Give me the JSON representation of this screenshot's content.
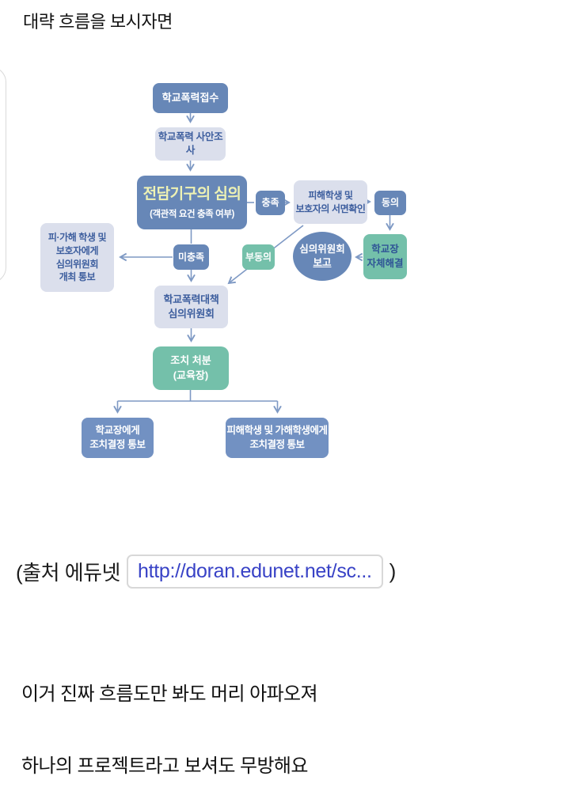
{
  "colors": {
    "node_blue": "#6787B7",
    "node_blue_bottom": "#7291C2",
    "node_lavender": "#DBDFEC",
    "node_green": "#74C0AA",
    "lavender_text_navy": "#3D5E9E",
    "review_title_yellow": "#EEF2B4",
    "connector_blue": "#7E99C4",
    "link_blue": "#3842C6"
  },
  "page": {
    "intro": "대략 흐름을 보시자면",
    "comment_1": "이거 진짜 흐름도만 봐도 머리 아파오져",
    "comment_2": "하나의 프로젝트라고 보셔도 무방해요"
  },
  "source": {
    "prefix": "(출처 에듀넷",
    "link_text": "http://doran.edunet.net/sc...",
    "suffix": ")"
  },
  "flowchart": {
    "nodes": {
      "receipt": {
        "label": "학교폭력접수"
      },
      "investigation": {
        "label": "학교폭력 사안조사"
      },
      "review": {
        "title": "전담기구의 심의",
        "subtitle": "(객관적 요건 충족 여부)"
      },
      "met": {
        "label": "충족"
      },
      "written_confirmation": {
        "lines": [
          "피해학생 및",
          "보호자의 서면확인"
        ]
      },
      "consent": {
        "label": "동의"
      },
      "principal_self_resolution": {
        "lines": [
          "학교장",
          "자체해결"
        ]
      },
      "committee_report": {
        "line_1": "심의위원회",
        "line_2": "보고"
      },
      "not_met": {
        "label": "미충족"
      },
      "hearing_notice": {
        "lines": [
          "피·가해 학생 및",
          "보호자에게",
          "심의위원회",
          "개최 통보"
        ]
      },
      "dissent": {
        "label": "부동의"
      },
      "deliberation_committee": {
        "lines": [
          "학교폭력대책",
          "심의위원회"
        ]
      },
      "disposition": {
        "lines": [
          "조치 처분",
          "(교육장)"
        ]
      },
      "notify_principal": {
        "lines": [
          "학교장에게",
          "조치결정 통보"
        ]
      },
      "notify_students": {
        "lines": [
          "피해학생 및 가해학생에게",
          "조치결정 통보"
        ]
      }
    }
  }
}
